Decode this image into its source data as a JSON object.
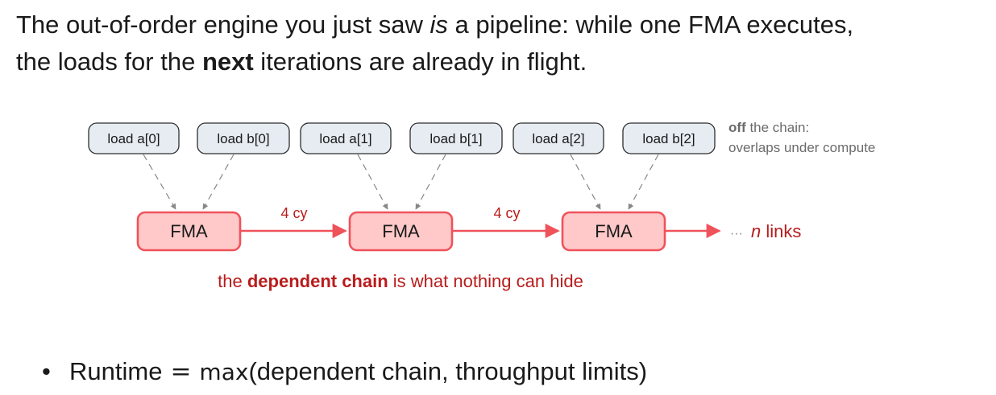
{
  "intro": {
    "part1": "The out-of-order engine you just saw ",
    "emph": "is",
    "part2": " a pipeline: while one FMA executes,",
    "part3": "the loads for the ",
    "strong": "next",
    "part4": " iterations are already in flight."
  },
  "diagram": {
    "loads": [
      "load a[0]",
      "load b[0]",
      "load a[1]",
      "load b[1]",
      "load a[2]",
      "load b[2]"
    ],
    "fma_label": "FMA",
    "latency_label": "4 cy",
    "note_strong": "off",
    "note_rest": " the chain:",
    "note_line2": "overlaps under compute",
    "tail_dots": "···",
    "tail_n": "n",
    "tail_rest": " links",
    "caption_pre": "the ",
    "caption_strong": "dependent chain",
    "caption_post": " is what nothing can hide",
    "colors": {
      "accent_red": "#f0525a",
      "caption_red": "#b91c1c",
      "load_fill": "#e6ecf2",
      "fma_fill": "#ffc9c9",
      "note_gray": "#6b6b6b"
    }
  },
  "bullet": {
    "symbol": "•",
    "lhs": "Runtime",
    "eq": "=",
    "fn": "max",
    "args": "(dependent chain, throughput limits)"
  }
}
